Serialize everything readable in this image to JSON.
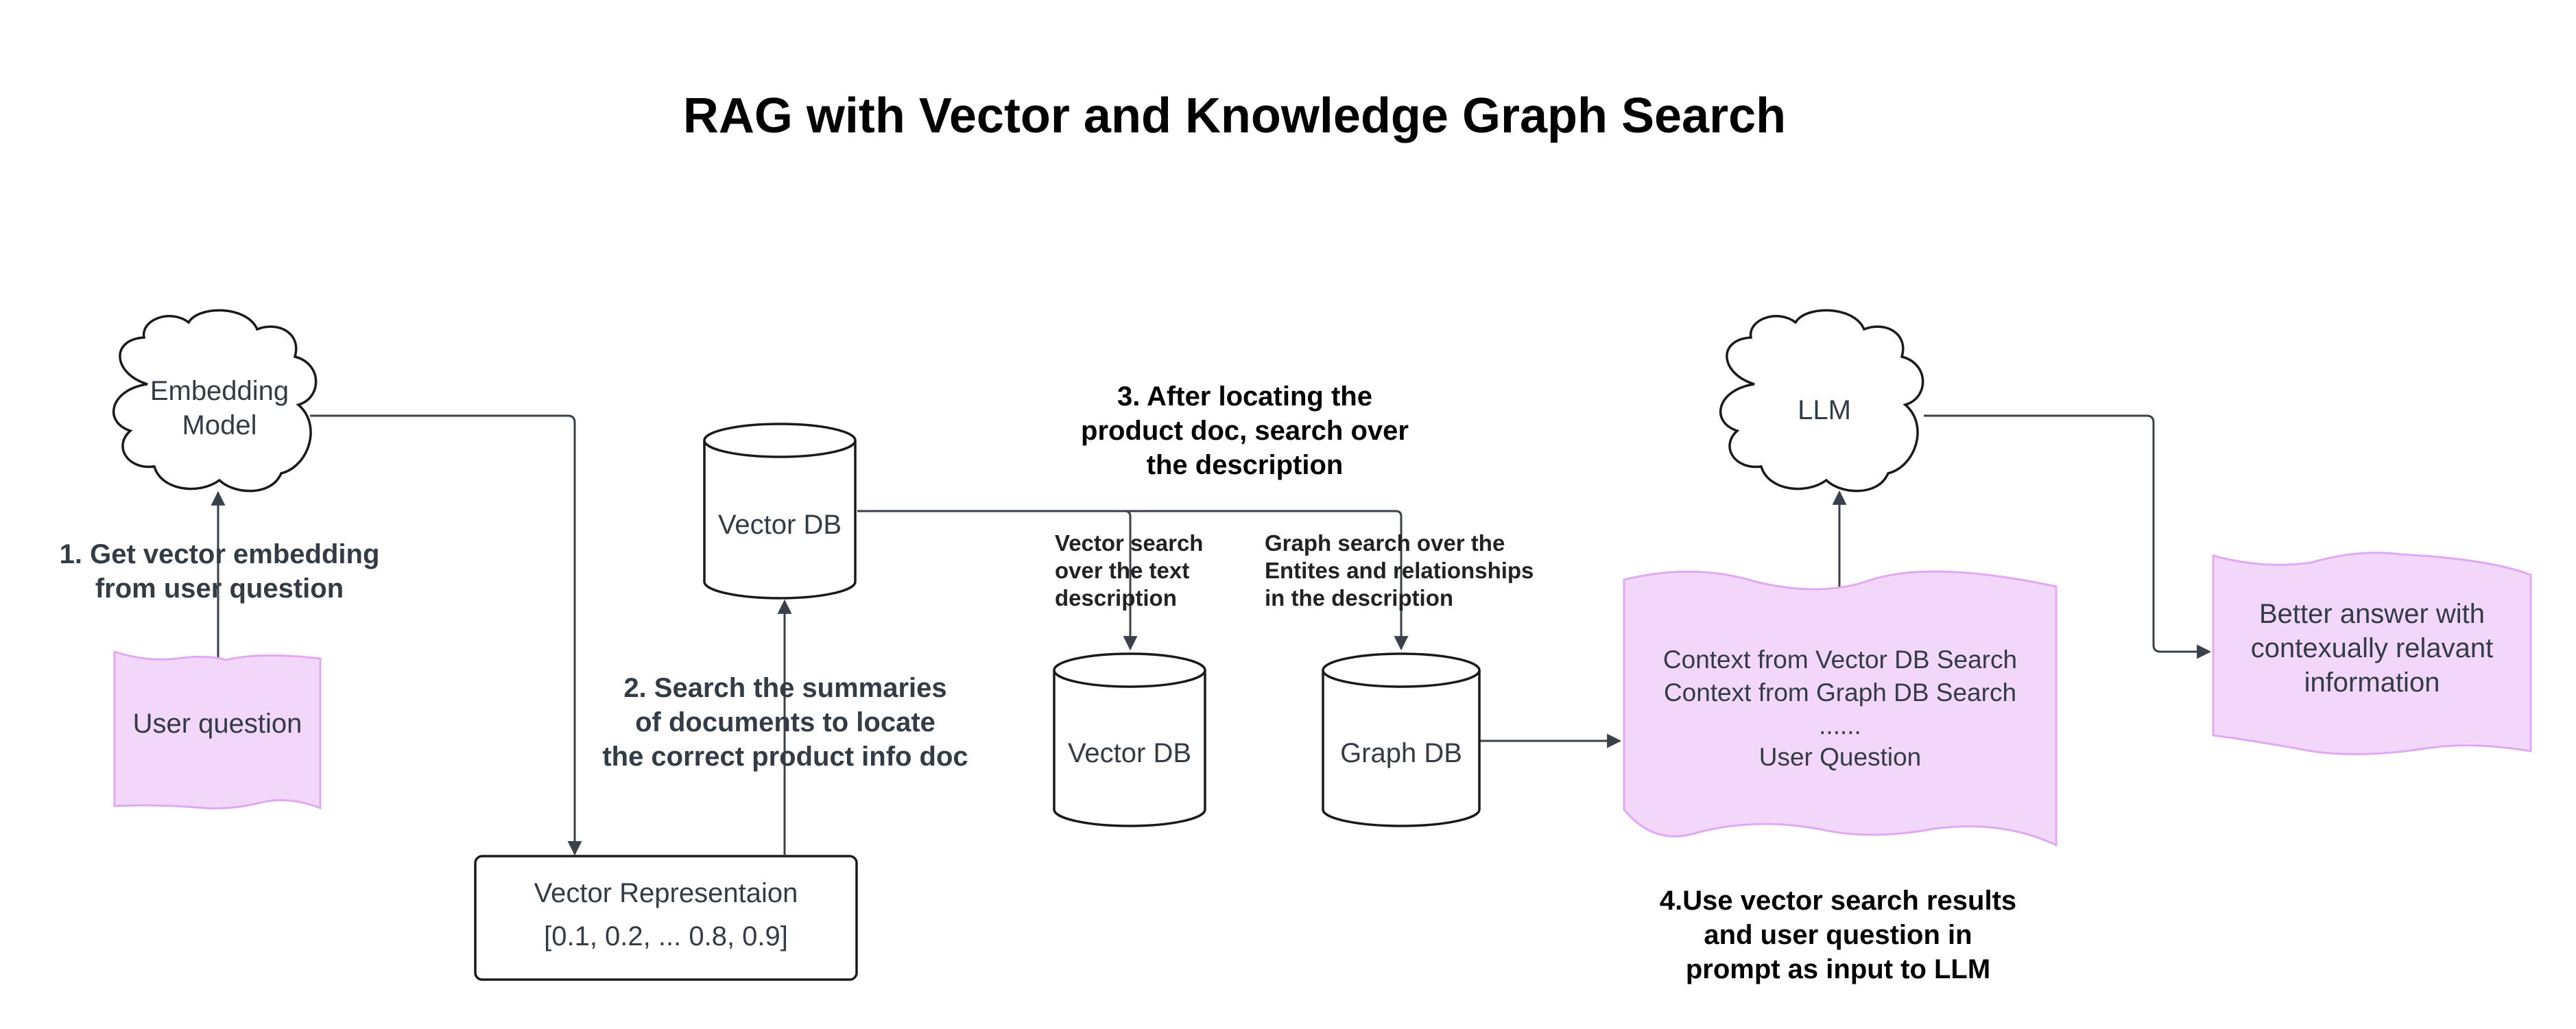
{
  "title": "RAG with Vector and Knowledge Graph Search",
  "nodes": {
    "embedding_model": "Embedding\nModel",
    "user_question": "User question",
    "vector_db_main": "Vector DB",
    "vector_representation": {
      "label": "Vector Representaion",
      "value": "[0.1, 0.2, ... 0.8, 0.9]"
    },
    "vector_db_secondary": "Vector DB",
    "graph_db": "Graph DB",
    "llm": "LLM",
    "context_doc": {
      "line1": "Context from Vector DB Search",
      "line2": "Context from Graph DB Search",
      "line3": "......",
      "line4": "User Question"
    },
    "answer": "Better answer with\ncontexually relavant\ninformation"
  },
  "steps": {
    "step1": "1. Get vector embedding\nfrom user question",
    "step2": "2. Search the summaries\nof documents to locate\nthe correct product info doc",
    "step3": "3. After locating the\nproduct doc, search over\nthe description",
    "step4": "4.Use vector search results\nand user question in\nprompt as input to LLM"
  },
  "annotations": {
    "vector_search": "Vector search\nover the text\ndescription",
    "graph_search": "Graph search over the\nEntites and relationships\nin the description"
  },
  "colors": {
    "doc_fill": "#f3d7fb",
    "doc_stroke": "#e0a9f3",
    "line": "#3a414a",
    "shape_stroke": "#1a1a1a"
  }
}
